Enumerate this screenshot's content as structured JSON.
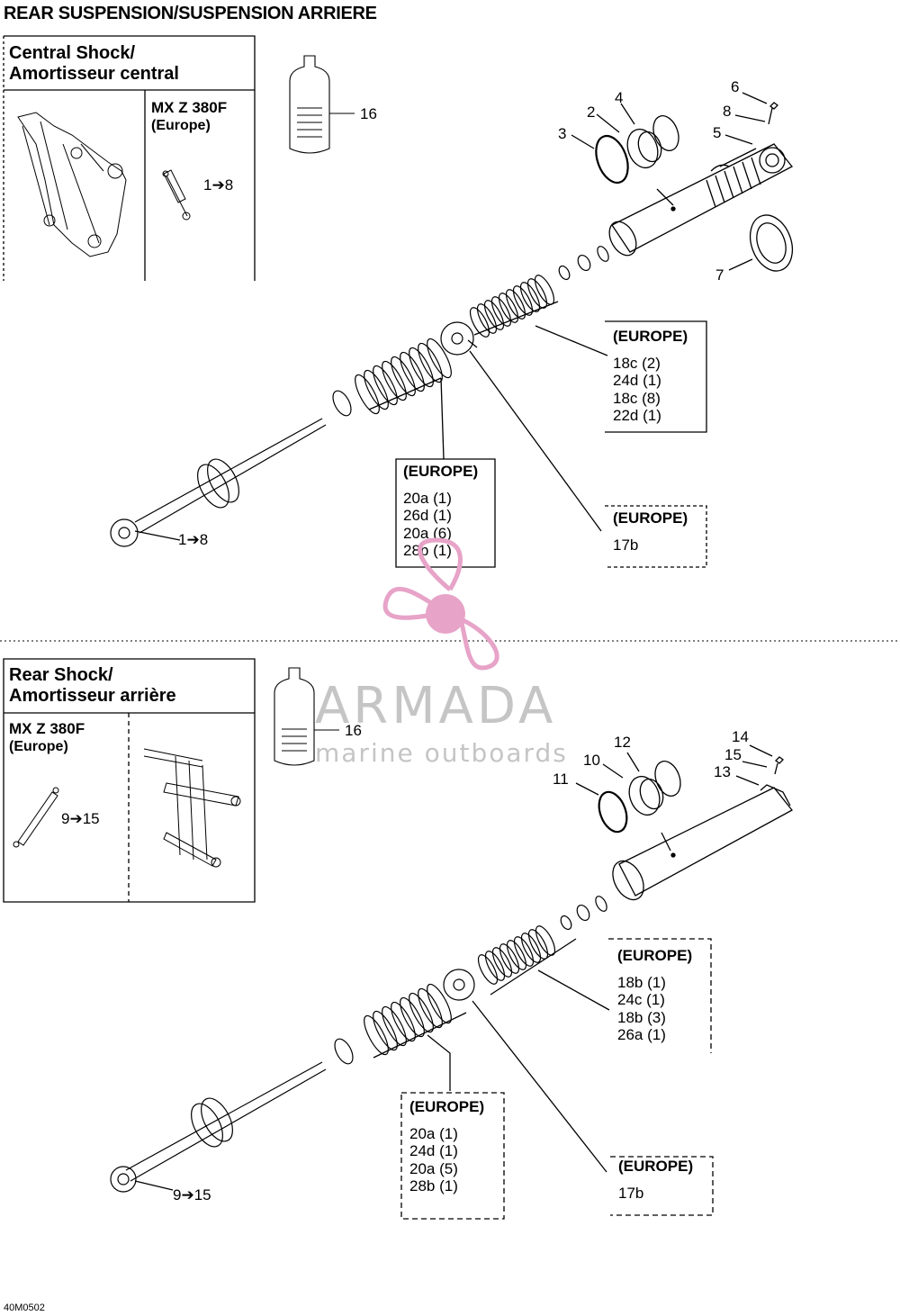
{
  "title": "REAR SUSPENSION/SUSPENSION ARRIERE",
  "central": {
    "heading_1": "Central Shock/",
    "heading_2": "Amortisseur central",
    "model_1": "MX Z 380F",
    "model_2": "(Europe)",
    "range": "1➔8",
    "shaft_range": "1➔8"
  },
  "rear": {
    "heading_1": "Rear Shock/",
    "heading_2": "Amortisseur arrière",
    "model_1": "MX Z 380F",
    "model_2": "(Europe)",
    "range": "9➔15",
    "shaft_range": "9➔15"
  },
  "top_callouts": [
    "16",
    "4",
    "2",
    "3",
    "6",
    "8",
    "5",
    "7"
  ],
  "bottom_callouts": [
    "16",
    "12",
    "10",
    "11",
    "14",
    "15",
    "13"
  ],
  "top_europe_boxes": [
    {
      "header": "(EUROPE)",
      "items": [
        "18c (2)",
        "24d (1)",
        "18c (8)",
        "22d (1)"
      ]
    },
    {
      "header": "(EUROPE)",
      "items": [
        "20a (1)",
        "26d (1)",
        "20a (6)",
        "28b (1)"
      ]
    },
    {
      "header": "(EUROPE)",
      "items": [
        "17b"
      ]
    }
  ],
  "bottom_europe_boxes": [
    {
      "header": "(EUROPE)",
      "items": [
        "18b (1)",
        "24c (1)",
        "18b (3)",
        "26a (1)"
      ]
    },
    {
      "header": "(EUROPE)",
      "items": [
        "20a (1)",
        "24d (1)",
        "20a (5)",
        "28b (1)"
      ]
    },
    {
      "header": "(EUROPE)",
      "items": [
        "17b"
      ]
    }
  ],
  "watermark": {
    "brand": "ARMADA",
    "tagline": "marine outboards",
    "color": "#e7a3c8"
  },
  "figure_code": "40M0502"
}
